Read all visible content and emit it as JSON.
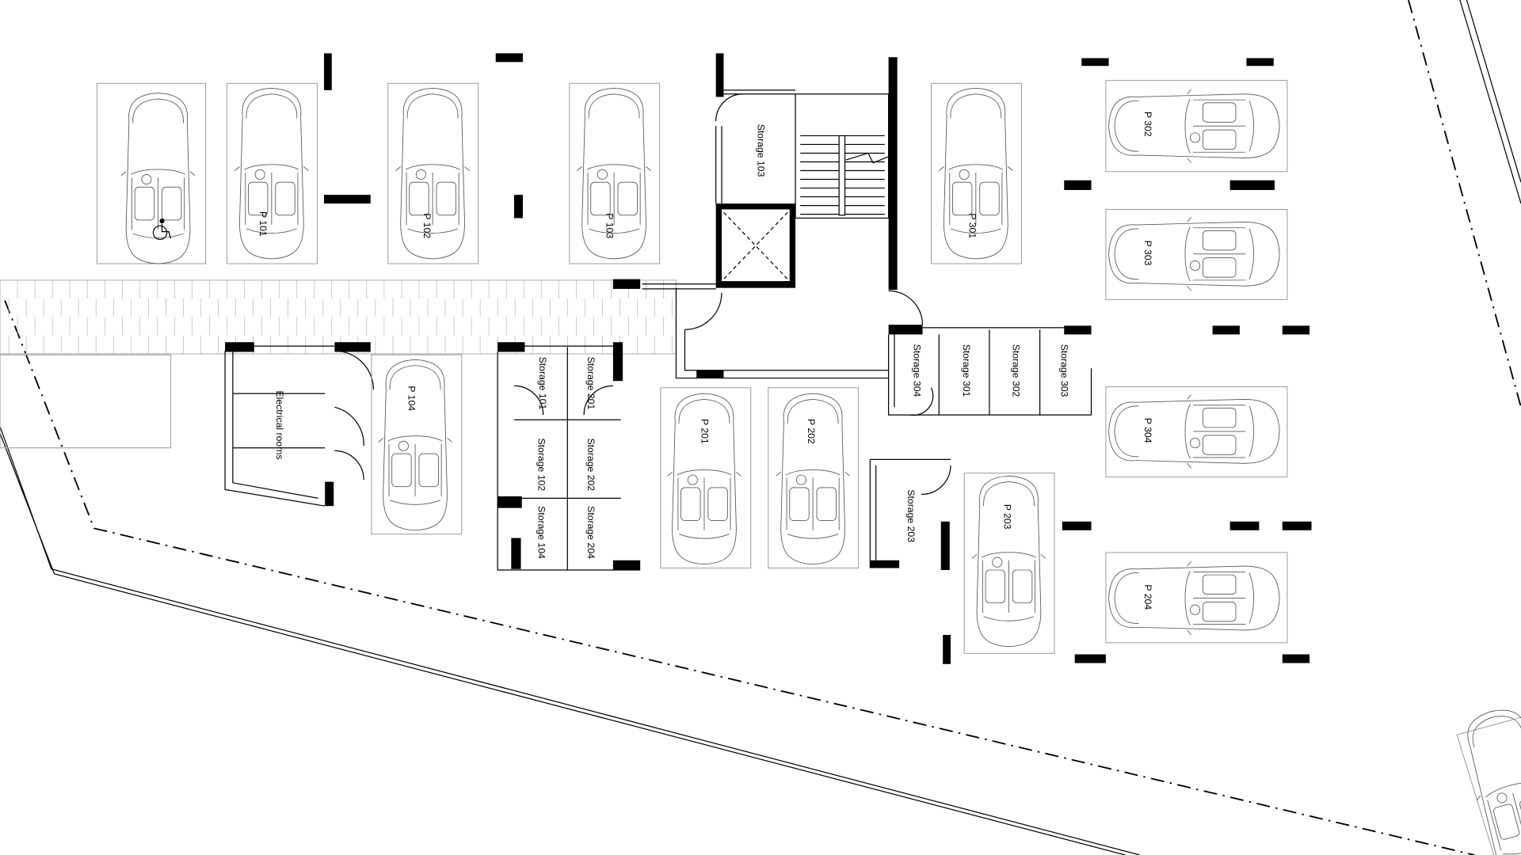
{
  "plan": {
    "parking": {
      "accessible": {
        "icon": "wheelchair-icon"
      },
      "p101": "P 101",
      "p102": "P 102",
      "p103": "P 103",
      "p104": "P 104",
      "p201": "P 201",
      "p202": "P 202",
      "p203": "P 203",
      "p204": "P 204",
      "p301": "P 301",
      "p302": "P 302",
      "p303": "P 303",
      "p304": "P 304"
    },
    "storage": {
      "s101": "Storage 101",
      "s102": "Storage 102",
      "s103": "Storage 103",
      "s104": "Storage 104",
      "s201": "Storage 201",
      "s202": "Storage 202",
      "s203": "Storage 203",
      "s204": "Storage 204",
      "s301": "Storage 301",
      "s302": "Storage 302",
      "s303": "Storage 303",
      "s304": "Storage 304"
    },
    "rooms": {
      "electrical": "Electrical rooms"
    }
  }
}
